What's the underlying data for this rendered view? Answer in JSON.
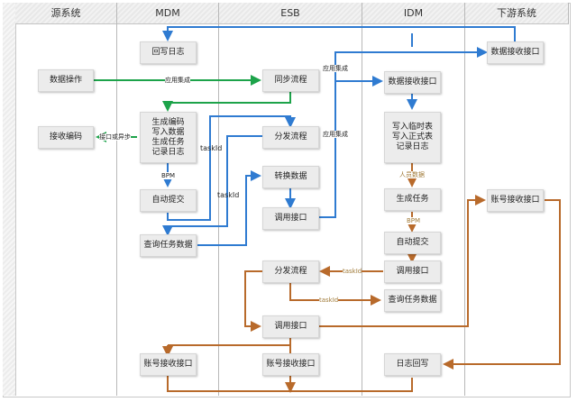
{
  "lanes": [
    "源系统",
    "MDM",
    "ESB",
    "IDM",
    "下游系统"
  ],
  "colors": {
    "blue": "#2f7bd1",
    "green": "#1da34a",
    "brown": "#b86a2b",
    "label_brown": "#a07a38"
  },
  "nodes": {
    "src_data_op": "数据操作",
    "src_recv_code": "接收编码",
    "mdm_writeback_log": "回写日志",
    "mdm_generate": "生成编码\n写入数据\n生成任务\n记录日志",
    "mdm_auto_submit": "自动提交",
    "mdm_query_task": "查询任务数据",
    "mdm_account_recv": "账号接收接口",
    "esb_sync_flow": "同步流程",
    "esb_dispatch_flow": "分发流程",
    "esb_convert_data": "转换数据",
    "esb_call_api": "调用接口",
    "esb_dispatch_flow2": "分发流程",
    "esb_call_api2": "调用接口",
    "esb_account_recv": "账号接收接口",
    "idm_data_recv": "数据接收接口",
    "idm_write_tables": "写入临时表\n写入正式表\n记录日志",
    "idm_gen_task": "生成任务",
    "idm_auto_submit": "自动提交",
    "idm_call_api": "调用接口",
    "idm_query_task": "查询任务数据",
    "idm_log_writeback": "日志回写",
    "down_data_recv": "数据接收接口",
    "down_account_recv": "账号接收接口"
  },
  "edge_labels": {
    "app_integration_1": "应用集成",
    "app_integration_2": "应用集成",
    "app_integration_3": "应用集成",
    "api_or_async": "接口或异步",
    "bpm_mdm": "BPM",
    "taskid_1": "taskId",
    "taskid_2": "taskId",
    "personnel_data": "人员数据",
    "bpm_idm": "BPM",
    "taskid_3": "taskId",
    "taskid_4": "taskId"
  }
}
